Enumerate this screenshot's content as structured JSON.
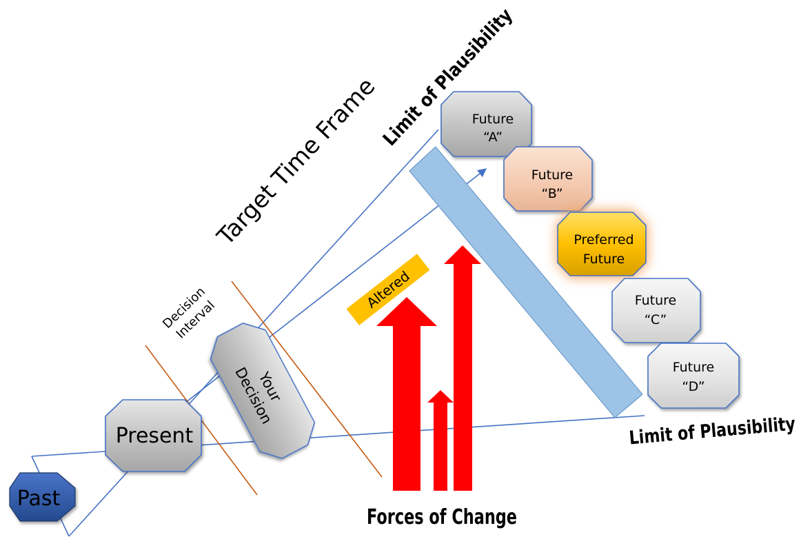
{
  "labels": {
    "target_time_frame": "Target Time Frame",
    "limit_top": "Limit of Plausibility",
    "limit_bottom": "Limit of Plausibility",
    "decision_interval_1": "Decision",
    "decision_interval_2": "Interval",
    "forces_of_change": "Forces of Change",
    "altered": "Altered"
  },
  "nodes": {
    "past": "Past",
    "present": "Present",
    "your_decision_1": "Your",
    "your_decision_2": "Decision",
    "future_a_1": "Future",
    "future_a_2": "“A”",
    "future_b_1": "Future",
    "future_b_2": "“B”",
    "preferred_1": "Preferred",
    "preferred_2": "Future",
    "future_c_1": "Future",
    "future_c_2": "“C”",
    "future_d_1": "Future",
    "future_d_2": "“D”"
  },
  "colors": {
    "line_blue": "#4472C4",
    "decision_line": "#C55A11",
    "gray_node": "#BFBFBF",
    "light_node": "#E3E3E3",
    "peach_node": "#F4C9AF",
    "gold_node": "#FFC000",
    "past_node": "#2F5597",
    "arrow_red": "#FF0000",
    "plausibility_bar": "#9DC3E6",
    "altered_badge": "#FFC000"
  }
}
